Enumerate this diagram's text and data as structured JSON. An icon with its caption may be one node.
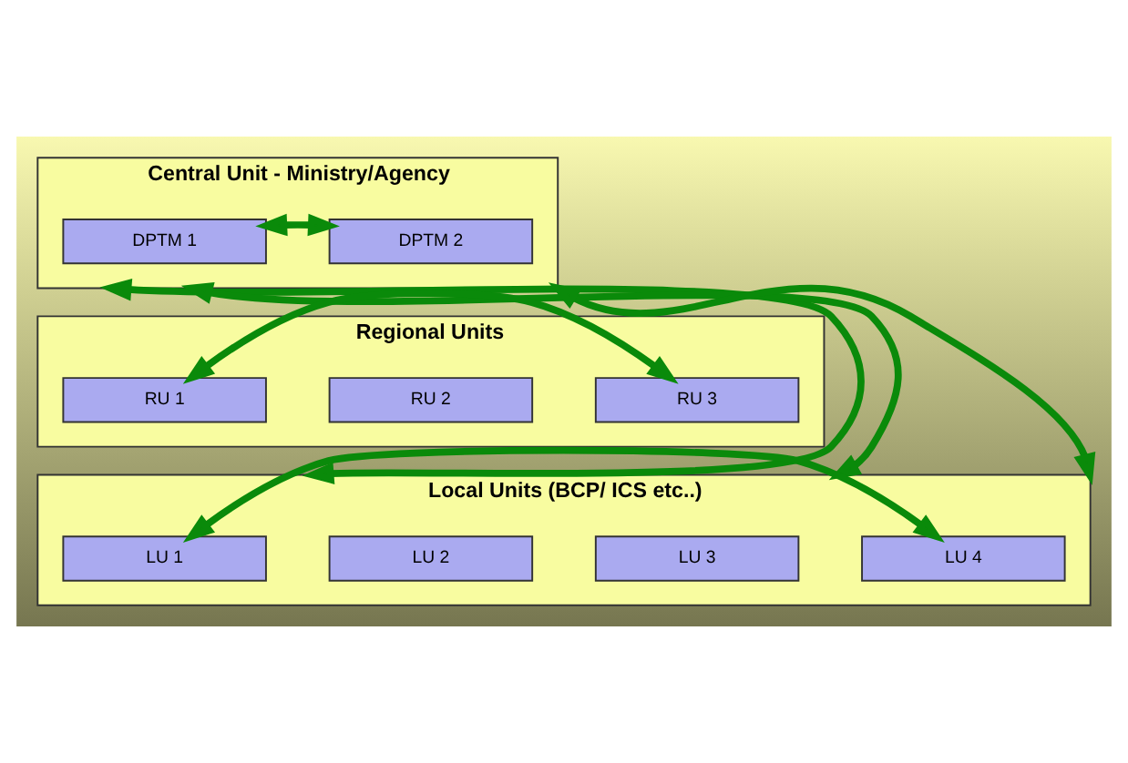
{
  "diagram": {
    "nodes": [
      {
        "text": [
          "Central Unit - Ministry/Agency"
        ]
      },
      {
        "text": [
          "DPTM 1"
        ],
        "in": 0
      },
      {
        "text": [
          "DPTM 2"
        ],
        "in": 0
      },
      {
        "text": [
          "Regional Units"
        ]
      },
      {
        "text": [
          "RU 1"
        ],
        "in": 3
      },
      {
        "text": [
          "RU 2"
        ],
        "in": 3
      },
      {
        "text": [
          "RU 3"
        ],
        "in": 3
      },
      {
        "text": [
          "Local Units (BCP/ ICS etc..)"
        ]
      },
      {
        "text": [
          "LU 1"
        ],
        "in": 7
      },
      {
        "text": [
          "LU 2"
        ],
        "in": 7
      },
      {
        "text": [
          "LU 3"
        ],
        "in": 7
      },
      {
        "text": [
          "LU 4"
        ],
        "in": 7
      }
    ],
    "edges": [
      {
        "from": 1,
        "to": 2,
        "arrow": "both"
      },
      {
        "from": 4,
        "to": 6,
        "arrow": "both"
      },
      {
        "from": 8,
        "to": 11,
        "arrow": "both"
      },
      {
        "from": 0,
        "to": 7,
        "arrow": "both"
      },
      {
        "from": 0,
        "to": 7,
        "arrow": "both"
      },
      {
        "from": 0,
        "to": 7,
        "arrow": "both"
      }
    ]
  }
}
